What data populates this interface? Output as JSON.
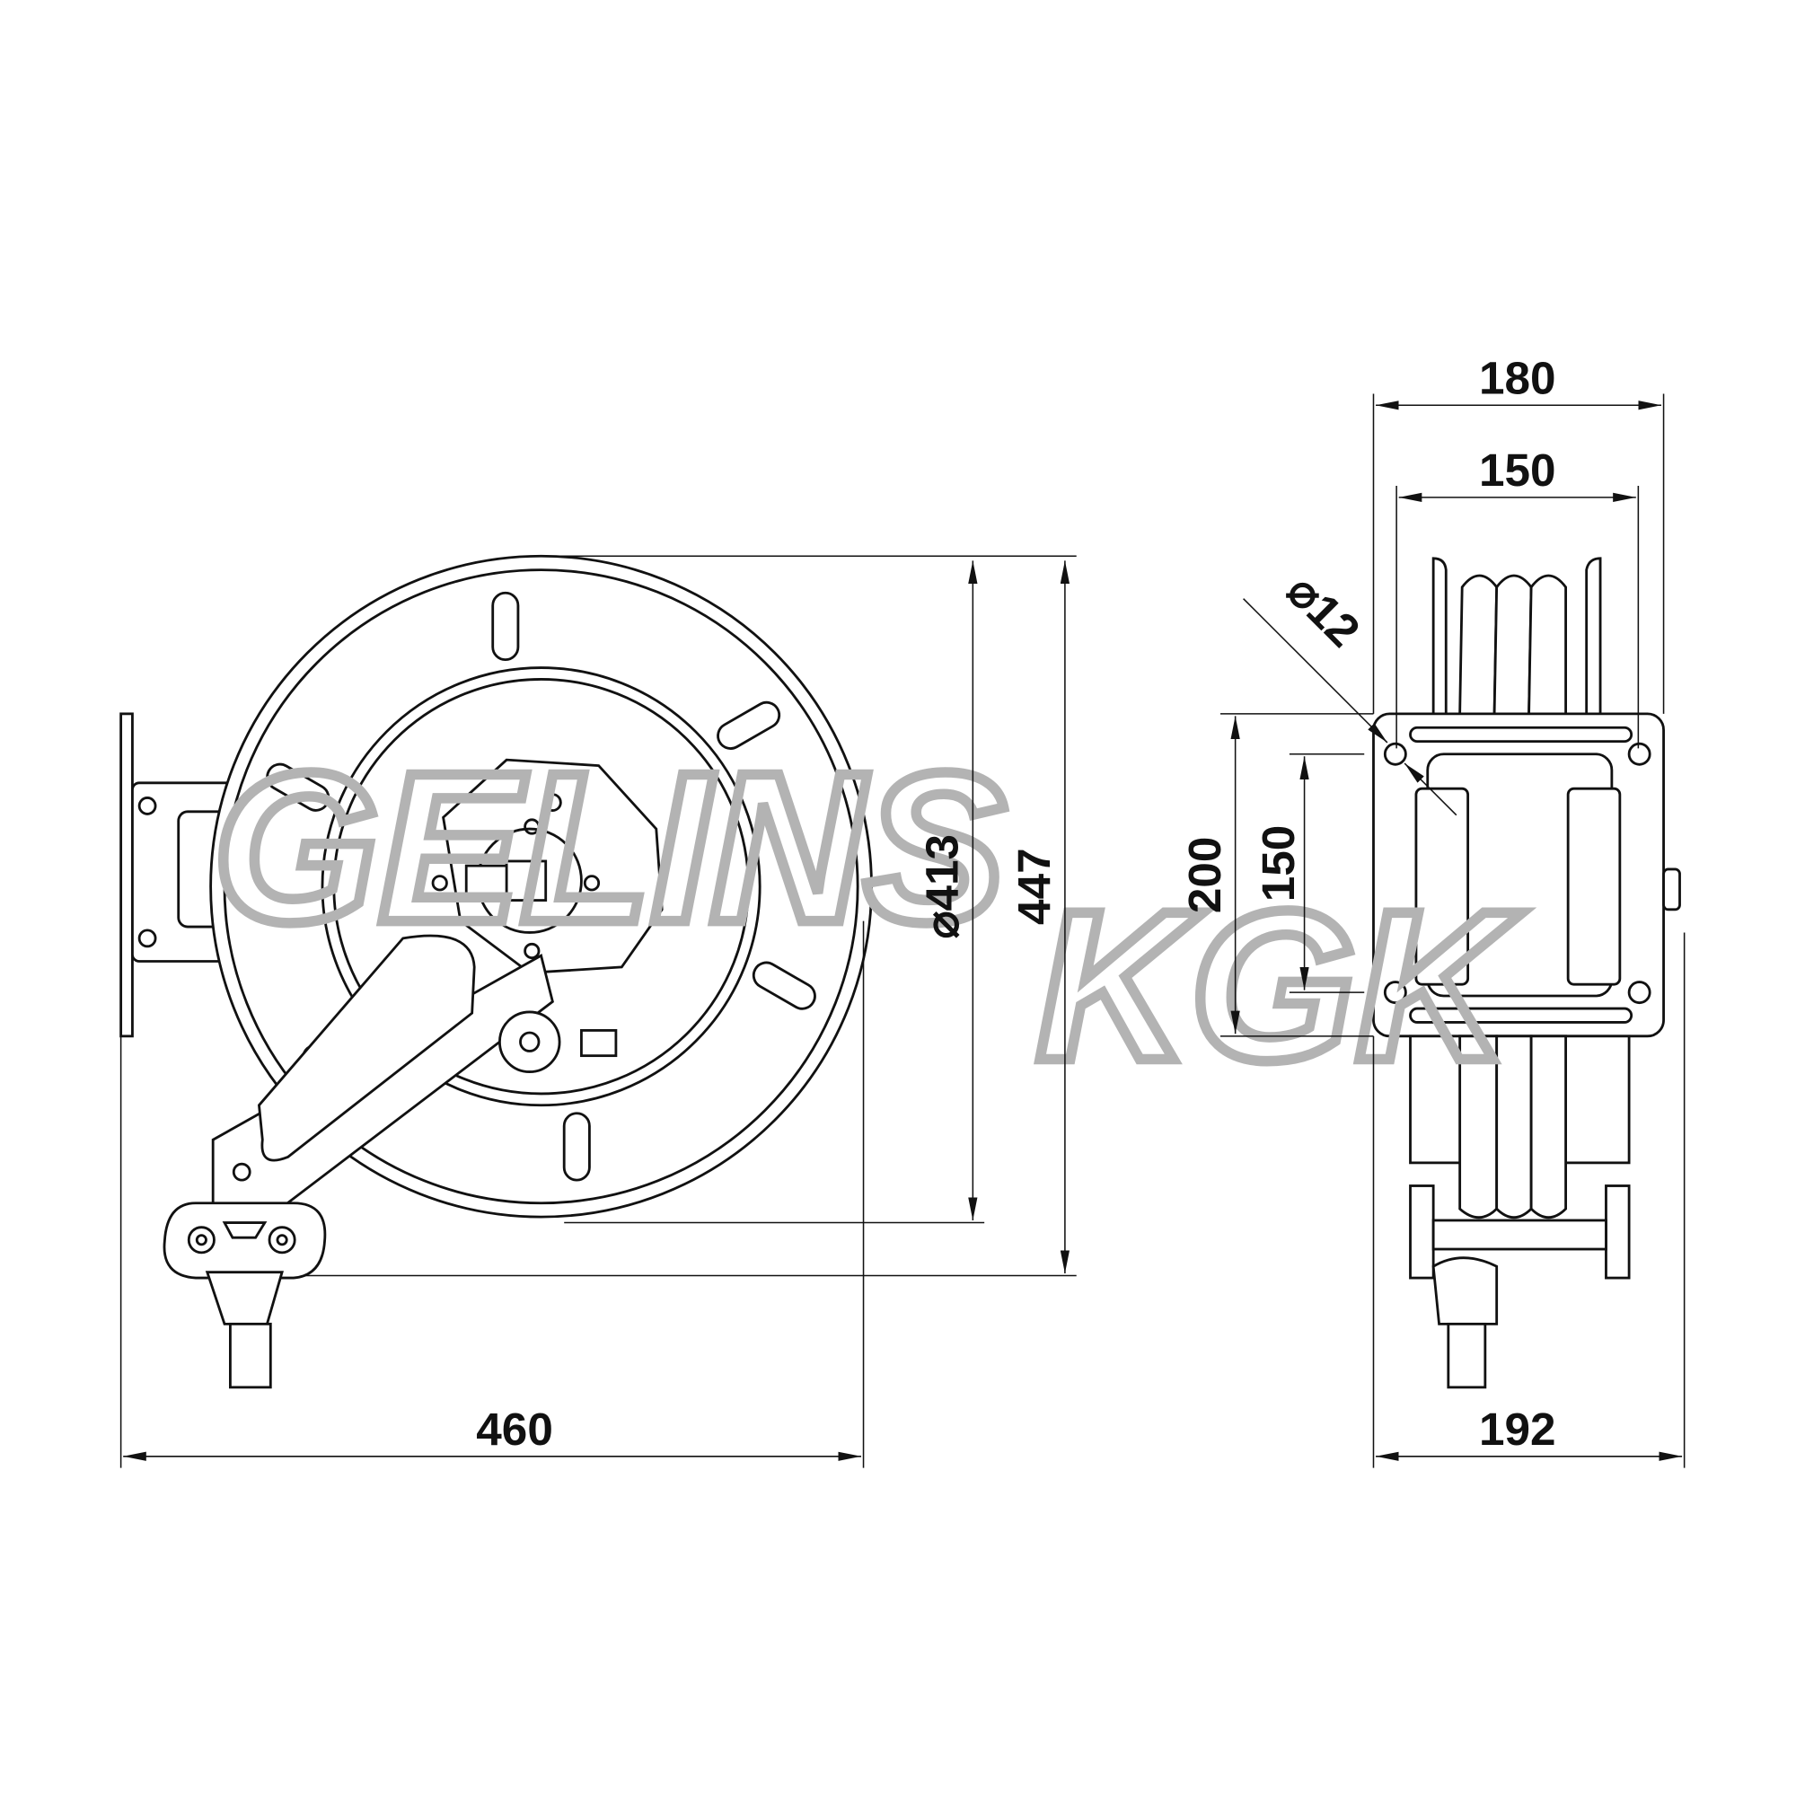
{
  "title": "Hose reel dimension drawing",
  "watermark": {
    "line1": "GELINS",
    "line2": "KGK",
    "color": "#b3b3b3"
  },
  "dimensions": {
    "front_width": "460",
    "drum_diameter": "⌀413",
    "front_height": "447",
    "side_outer_width": "180",
    "side_inner_width": "150",
    "plate_height": "200",
    "hole_spacing_vertical": "150",
    "side_total_width": "192",
    "hole_diameter": "⌀12"
  }
}
